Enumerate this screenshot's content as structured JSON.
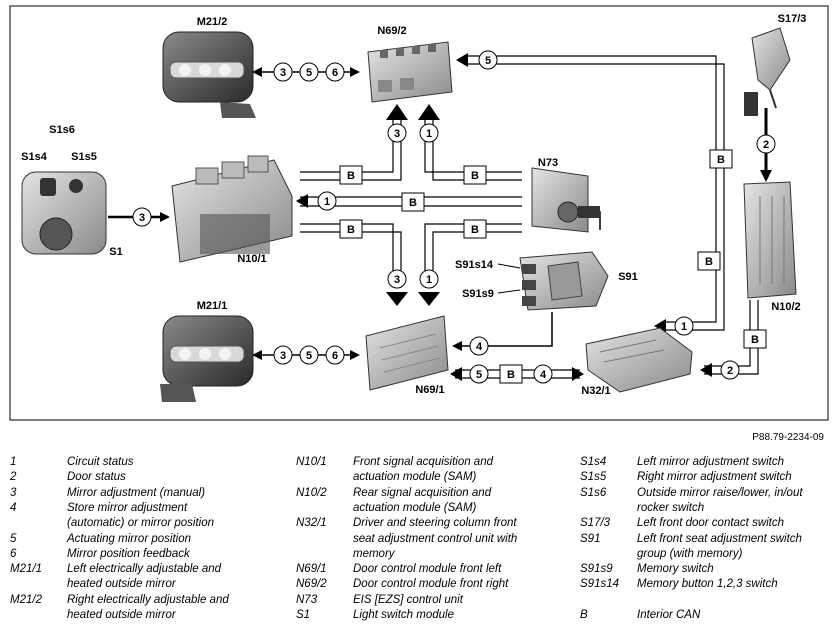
{
  "components": {
    "m21_2": "M21/2",
    "n69_2": "N69/2",
    "s17_3": "S17/3",
    "s1s6": "S1s6",
    "s1s4": "S1s4",
    "s1s5": "S1s5",
    "s1": "S1",
    "n10_1": "N10/1",
    "n73": "N73",
    "n10_2": "N10/2",
    "s91s14": "S91s14",
    "s91": "S91",
    "s91s9": "S91s9",
    "m21_1": "M21/1",
    "n69_1": "N69/1",
    "n32_1": "N32/1"
  },
  "bus_label": "B",
  "signals": {
    "one": "1",
    "two": "2",
    "three": "3",
    "four": "4",
    "five": "5",
    "six": "6"
  },
  "reference": "P88.79-2234-09",
  "legend": {
    "col1": [
      {
        "key": "1",
        "text": "Circuit status"
      },
      {
        "key": "2",
        "text": "Door status"
      },
      {
        "key": "3",
        "text": "Mirror adjustment (manual)"
      },
      {
        "key": "4",
        "text": "Store mirror adjustment"
      },
      {
        "key": "",
        "text": "(automatic) or mirror position"
      },
      {
        "key": "5",
        "text": "Actuating mirror position"
      },
      {
        "key": "6",
        "text": "Mirror position feedback"
      },
      {
        "key": "M21/1",
        "text": "Left electrically adjustable and"
      },
      {
        "key": "",
        "text": "heated outside mirror"
      },
      {
        "key": "M21/2",
        "text": "Right electrically adjustable and"
      },
      {
        "key": "",
        "text": "heated outside mirror"
      }
    ],
    "col2": [
      {
        "key": "N10/1",
        "text": "Front signal acquisition and"
      },
      {
        "key": "",
        "text": "actuation module (SAM)"
      },
      {
        "key": "N10/2",
        "text": "Rear signal acquisition and"
      },
      {
        "key": "",
        "text": "actuation module (SAM)"
      },
      {
        "key": "N32/1",
        "text": "Driver and steering column front"
      },
      {
        "key": "",
        "text": "seat adjustment control unit with"
      },
      {
        "key": "",
        "text": "memory"
      },
      {
        "key": "N69/1",
        "text": "Door control module front left"
      },
      {
        "key": "N69/2",
        "text": "Door control module front right"
      },
      {
        "key": "N73",
        "text": "EIS [EZS] control unit"
      },
      {
        "key": "S1",
        "text": "Light switch module"
      }
    ],
    "col3": [
      {
        "key": "S1s4",
        "text": "Left mirror adjustment switch"
      },
      {
        "key": "S1s5",
        "text": "Right mirror adjustment switch"
      },
      {
        "key": "S1s6",
        "text": "Outside mirror raise/lower, in/out"
      },
      {
        "key": "",
        "text": "rocker switch"
      },
      {
        "key": "S17/3",
        "text": "Left front door contact switch"
      },
      {
        "key": "S91",
        "text": "Left front seat adjustment switch"
      },
      {
        "key": "",
        "text": "group (with memory)"
      },
      {
        "key": "S91s9",
        "text": "Memory switch"
      },
      {
        "key": "S91s14",
        "text": "Memory button 1,2,3 switch"
      },
      {
        "key": "",
        "text": ""
      },
      {
        "key": "B",
        "text": "Interior CAN"
      }
    ]
  }
}
